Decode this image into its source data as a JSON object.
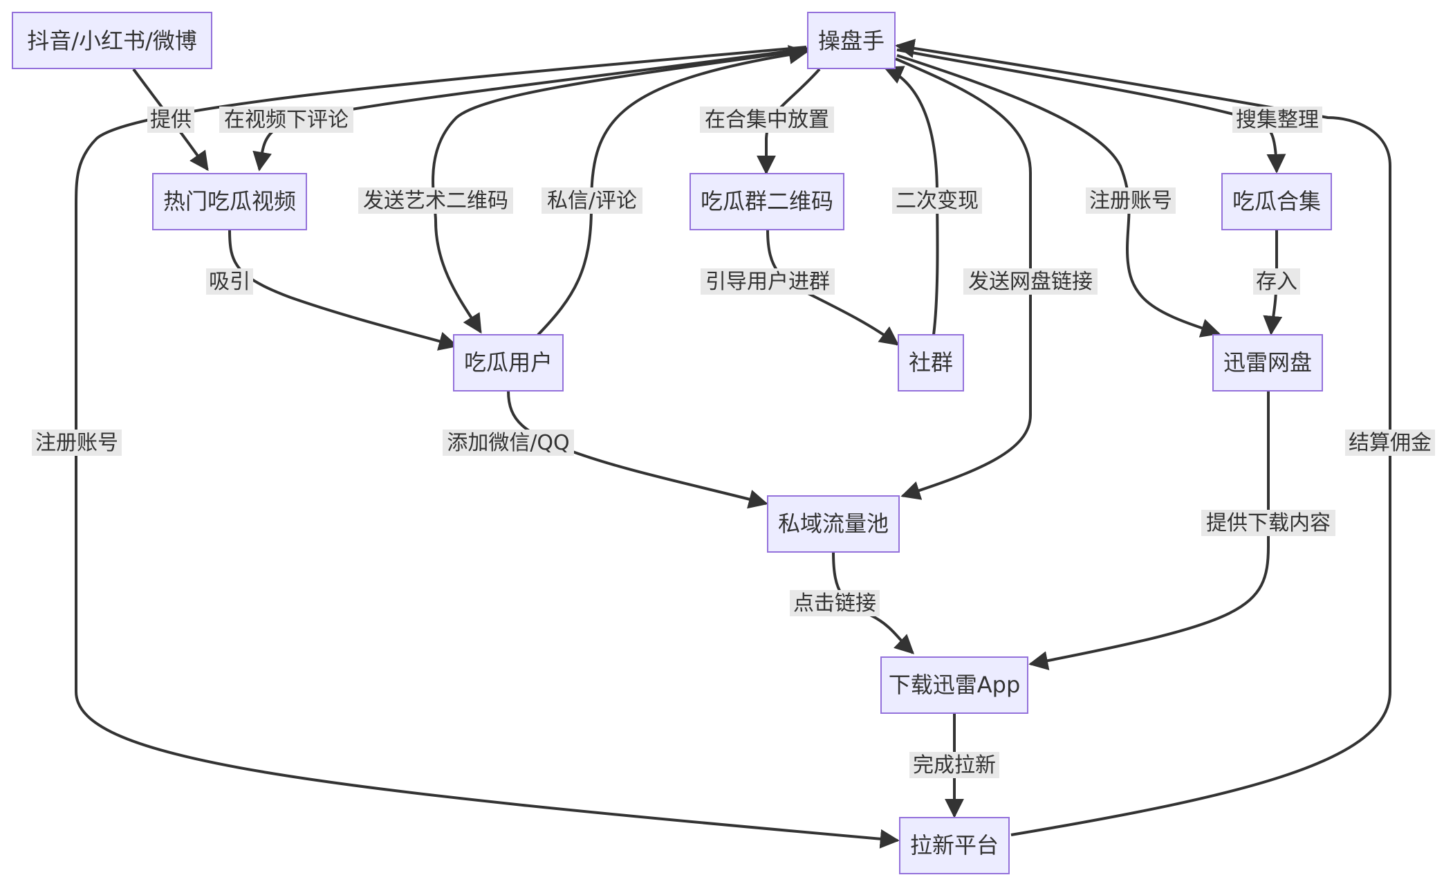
{
  "nodes": {
    "platforms": "抖音/小红书/微博",
    "operator": "操盘手",
    "hot_videos": "热门吃瓜视频",
    "group_qr": "吃瓜群二维码",
    "collection": "吃瓜合集",
    "gossip_users": "吃瓜用户",
    "community": "社群",
    "xunlei_pan": "迅雷网盘",
    "private_pool": "私域流量池",
    "download_app": "下载迅雷App",
    "pull_platform": "拉新平台"
  },
  "edge_labels": {
    "provide": "提供",
    "comment_under_video": "在视频下评论",
    "place_in_collection": "在合集中放置",
    "collect_organize": "搜集整理",
    "send_art_qr": "发送艺术二维码",
    "dm_comment": "私信/评论",
    "secondary_monetize": "二次变现",
    "register_account_pan": "注册账号",
    "attract": "吸引",
    "guide_join_group": "引导用户进群",
    "send_pan_link": "发送网盘链接",
    "store_in": "存入",
    "register_account_platform": "注册账号",
    "settle_commission": "结算佣金",
    "add_wechat_qq": "添加微信/QQ",
    "provide_download": "提供下载内容",
    "click_link": "点击链接",
    "complete_pull": "完成拉新"
  }
}
